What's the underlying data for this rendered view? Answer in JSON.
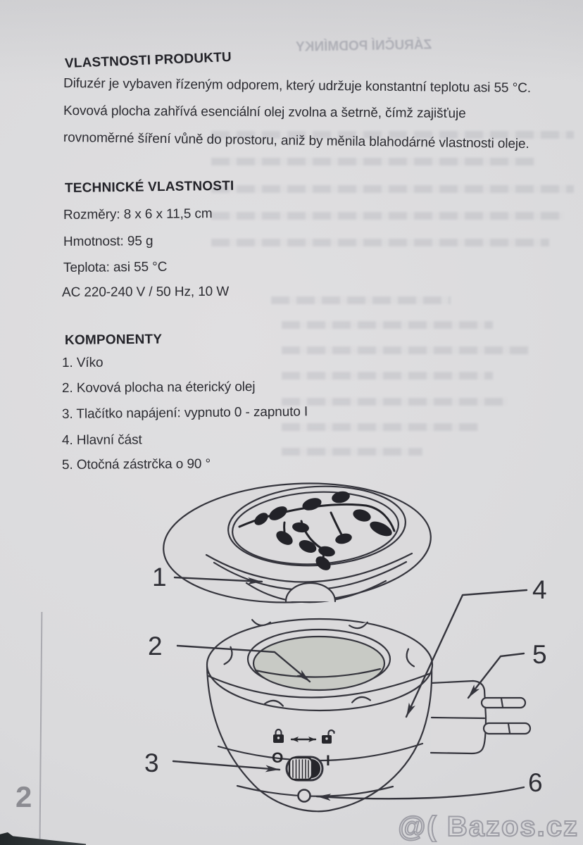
{
  "page": {
    "number": "2",
    "watermark": "@( Bazos.cz",
    "bleedthrough_heading": "ZÁRUČNÍ PODMÍNKY"
  },
  "sections": {
    "product_features": {
      "heading": "VLASTNOSTI PRODUKTU",
      "lines": [
        "Difuzér je vybaven řízeným odporem, který udržuje konstantní teplotu asi 55 °C.",
        "Kovová plocha zahřívá esenciální olej zvolna a šetrně, čímž zajišťuje",
        "rovnoměrné šíření vůně do prostoru, aniž by měnila blahodárné vlastnosti oleje."
      ]
    },
    "technical": {
      "heading": "TECHNICKÉ VLASTNOSTI",
      "lines": [
        "Rozměry: 8 x 6 x 11,5 cm",
        "Hmotnost: 95 g",
        "Teplota: asi 55 °C",
        "AC 220-240 V / 50 Hz, 10 W"
      ]
    },
    "components": {
      "heading": "KOMPONENTY",
      "lines": [
        "1. Víko",
        "2. Kovová plocha na éterický olej",
        "3. Tlačítko napájení: vypnuto 0 - zapnuto I",
        "4. Hlavní část",
        "5. Otočná zástrčka o 90 °"
      ]
    }
  },
  "diagram": {
    "callouts": [
      "1",
      "2",
      "3",
      "4",
      "5",
      "6"
    ],
    "switch_off_label": "O",
    "switch_on_label": "I",
    "line_color": "#34343c",
    "plate_color": "#c8cac5"
  }
}
